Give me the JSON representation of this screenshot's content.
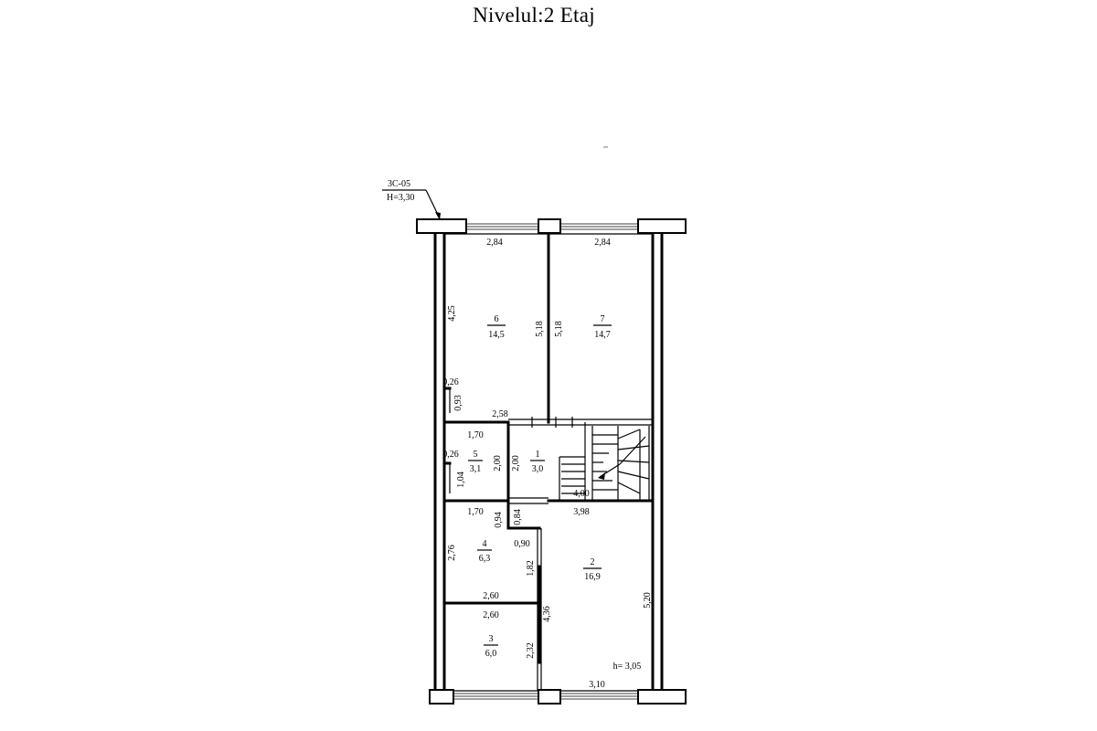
{
  "title": "Nivelul:2 Etaj",
  "marker": {
    "code": "3C-05",
    "height": "H=3,30"
  },
  "rooms": [
    {
      "number": "6",
      "area": "14,5"
    },
    {
      "number": "7",
      "area": "14,7"
    },
    {
      "number": "5",
      "area": "3,1"
    },
    {
      "number": "1",
      "area": "3,0"
    },
    {
      "number": "4",
      "area": "6,3"
    },
    {
      "number": "2",
      "area": "16,9"
    },
    {
      "number": "3",
      "area": "6,0"
    }
  ],
  "dimensions": [
    "2,84",
    "2,84",
    "4,25",
    "5,18",
    "5,18",
    "0,26",
    "0,93",
    "2,58",
    "1,70",
    "0,26",
    "2,00",
    "2,00",
    "1,04",
    "4,00",
    "1,70",
    "0,94",
    "0,84",
    "3,98",
    "0,90",
    "2,76",
    "1,82",
    "2,60",
    "2,60",
    "4,36",
    "5,20",
    "2,32",
    "3,10"
  ],
  "ceiling_height": "h= 3,05",
  "colors": {
    "ink": "#000000",
    "background": "#ffffff"
  }
}
